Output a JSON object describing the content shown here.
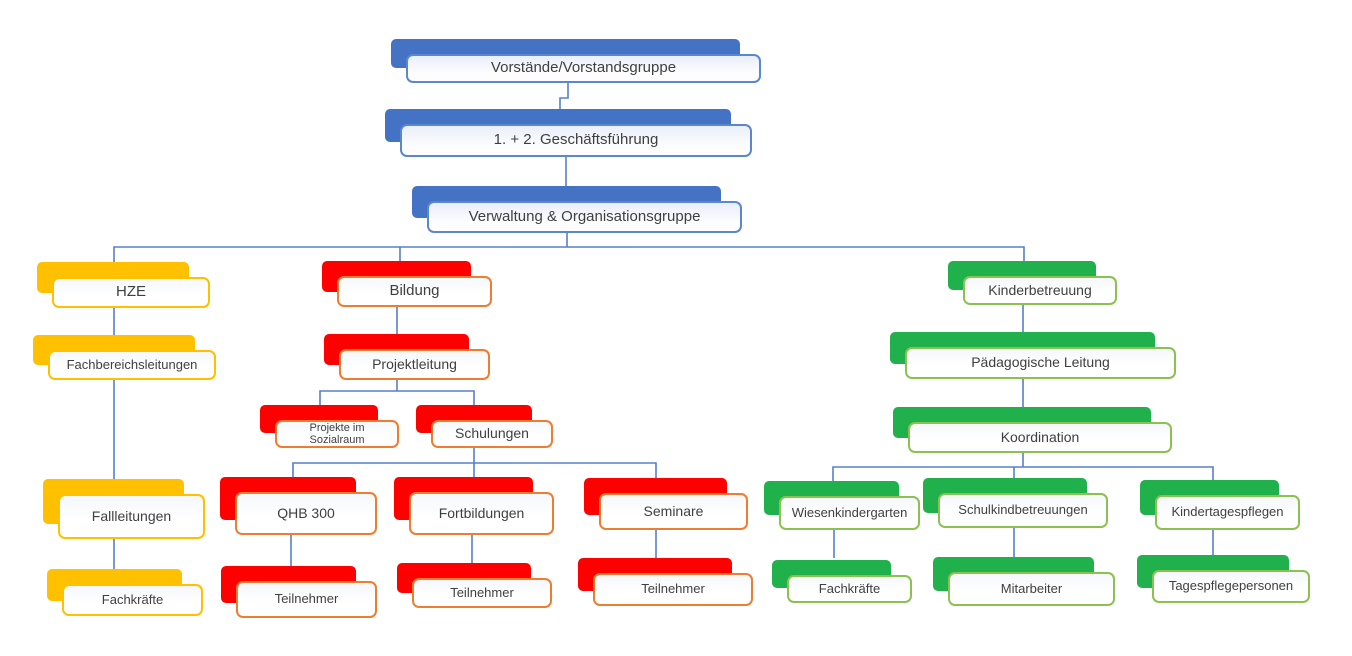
{
  "diagram": {
    "type": "org-chart",
    "background_color": "#ffffff",
    "connector_color": "#4472C4"
  },
  "branches": {
    "management": {
      "accent_color": "#4472C4",
      "border_color": "#5B87CE"
    },
    "hze": {
      "accent_color": "#FFC000",
      "border_color": "#FFC000"
    },
    "bildung": {
      "accent_color": "#FF0000",
      "border_color": "#ED7D31"
    },
    "kinderbetreuung": {
      "accent_color": "#21B14C",
      "border_color": "#8CC152"
    }
  },
  "nodes": {
    "vorstaende": {
      "label": "Vorstände/Vorstandsgruppe",
      "branch": "management"
    },
    "geschaeftsfuehrung": {
      "label": "1. + 2. Geschäftsführung",
      "branch": "management"
    },
    "verwaltung": {
      "label": "Verwaltung & Organisationsgruppe",
      "branch": "management"
    },
    "hze": {
      "label": "HZE",
      "branch": "hze"
    },
    "fachbereichsleitungen": {
      "label": "Fachbereichsleitungen",
      "branch": "hze"
    },
    "fallleitungen": {
      "label": "Fallleitungen",
      "branch": "hze"
    },
    "fachkraefte_hze": {
      "label": "Fachkräfte",
      "branch": "hze"
    },
    "bildung": {
      "label": "Bildung",
      "branch": "bildung"
    },
    "projektleitung": {
      "label": "Projektleitung",
      "branch": "bildung"
    },
    "projekte_im_sozialraum": {
      "label": "Projekte im Sozialraum",
      "branch": "bildung"
    },
    "schulungen": {
      "label": "Schulungen",
      "branch": "bildung"
    },
    "qhb_300": {
      "label": "QHB 300",
      "branch": "bildung"
    },
    "fortbildungen": {
      "label": "Fortbildungen",
      "branch": "bildung"
    },
    "seminare": {
      "label": "Seminare",
      "branch": "bildung"
    },
    "teilnehmer_qhb_300": {
      "label": "Teilnehmer",
      "branch": "bildung"
    },
    "teilnehmer_fortbildungen": {
      "label": "Teilnehmer",
      "branch": "bildung"
    },
    "teilnehmer_seminare": {
      "label": "Teilnehmer",
      "branch": "bildung"
    },
    "kinderbetreuung": {
      "label": "Kinderbetreuung",
      "branch": "kinderbetreuung"
    },
    "paedagogische_leitung": {
      "label": "Pädagogische Leitung",
      "branch": "kinderbetreuung"
    },
    "koordination": {
      "label": "Koordination",
      "branch": "kinderbetreuung"
    },
    "wiesenkindergarten": {
      "label": "Wiesenkindergarten",
      "branch": "kinderbetreuung"
    },
    "schulkindbetreuungen": {
      "label": "Schulkindbetreuungen",
      "branch": "kinderbetreuung"
    },
    "kindertagespflegen": {
      "label": "Kindertagespflegen",
      "branch": "kinderbetreuung"
    },
    "fachkraefte_kinderbetreuung": {
      "label": "Fachkräfte",
      "branch": "kinderbetreuung"
    },
    "mitarbeiter": {
      "label": "Mitarbeiter",
      "branch": "kinderbetreuung"
    },
    "tagespflegepersonen": {
      "label": "Tagespflegepersonen",
      "branch": "kinderbetreuung"
    }
  },
  "hierarchy": {
    "vorstaende": [
      "geschaeftsfuehrung"
    ],
    "geschaeftsfuehrung": [
      "verwaltung"
    ],
    "verwaltung": [
      "hze",
      "bildung",
      "kinderbetreuung"
    ],
    "hze": [
      "fachbereichsleitungen"
    ],
    "fachbereichsleitungen": [
      "fallleitungen"
    ],
    "fallleitungen": [
      "fachkraefte_hze"
    ],
    "bildung": [
      "projektleitung"
    ],
    "projektleitung": [
      "projekte_im_sozialraum",
      "schulungen"
    ],
    "schulungen": [
      "qhb_300",
      "fortbildungen",
      "seminare"
    ],
    "qhb_300": [
      "teilnehmer_qhb_300"
    ],
    "fortbildungen": [
      "teilnehmer_fortbildungen"
    ],
    "seminare": [
      "teilnehmer_seminare"
    ],
    "kinderbetreuung": [
      "paedagogische_leitung"
    ],
    "paedagogische_leitung": [
      "koordination"
    ],
    "koordination": [
      "wiesenkindergarten",
      "schulkindbetreuungen",
      "kindertagespflegen"
    ],
    "wiesenkindergarten": [
      "fachkraefte_kinderbetreuung"
    ],
    "schulkindbetreuungen": [
      "mitarbeiter"
    ],
    "kindertagespflegen": [
      "tagespflegepersonen"
    ]
  }
}
